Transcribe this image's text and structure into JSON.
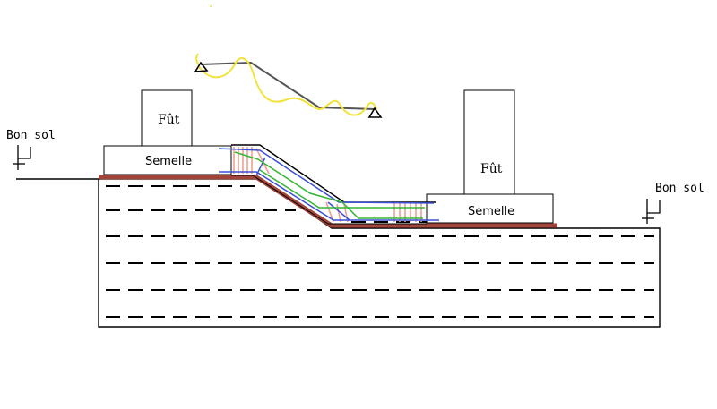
{
  "labels": {
    "bon_sol_left": "Bon sol",
    "bon_sol_right": "Bon sol",
    "fut_left": "Fût",
    "fut_right": "Fût",
    "semelle_left": "Semelle",
    "semelle_right": "Semelle"
  },
  "colors": {
    "outline": "#000000",
    "blinding": "#a0443a",
    "stirrup": "#f0a090",
    "rebar_blue": "#3b4fd8",
    "rebar_green": "#33b533",
    "beam": "#555555",
    "moment": "#f2e23a"
  },
  "icons": {
    "ground_marker": "ground-level-icon",
    "support": "triangle-support-icon"
  }
}
